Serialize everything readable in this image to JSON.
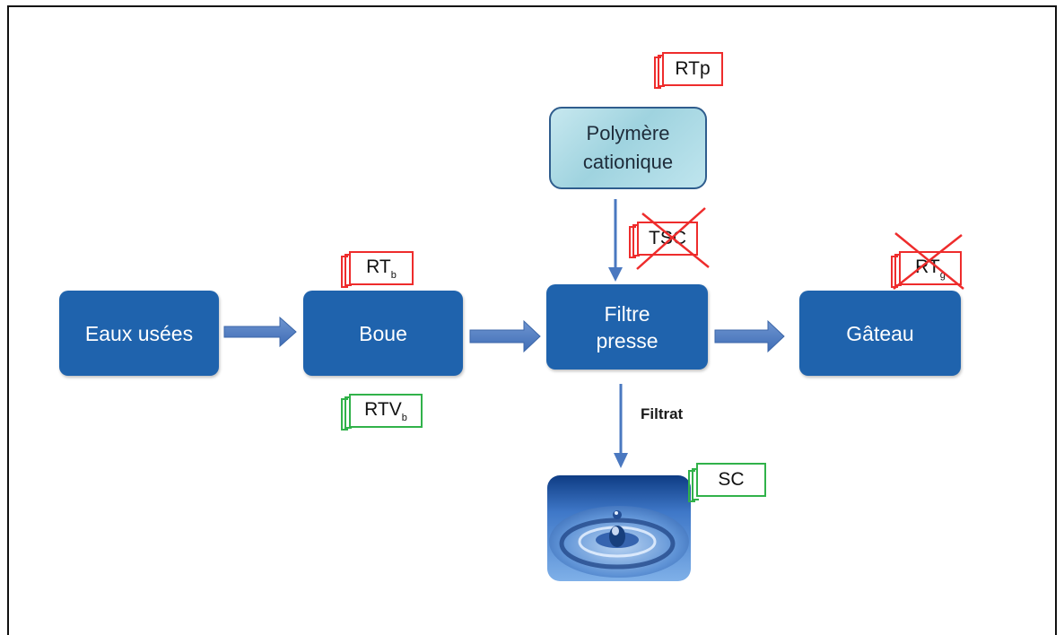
{
  "nodes": {
    "eaux_usees": "Eaux usées",
    "boue": "Boue",
    "filtre_presse_line1": "Filtre",
    "filtre_presse_line2": "presse",
    "gateau": "Gâteau",
    "polymere_line1": "Polymère",
    "polymere_line2": "cationique"
  },
  "edge_labels": {
    "filtrat": "Filtrat"
  },
  "tags": {
    "rtp": "RTp",
    "tsc": "TSC",
    "rtb_main": "RT",
    "rtb_sub": "b",
    "rtvb_main": "RTV",
    "rtvb_sub": "b",
    "rtg_main": "RT",
    "rtg_sub": "g",
    "sc": "SC"
  },
  "colors": {
    "process_fill": "#1f63ad",
    "arrow": "#4a78c0",
    "tag_red": "#ee2c2c",
    "tag_green": "#31b24a",
    "polymer_fill": "#9fd3df"
  }
}
